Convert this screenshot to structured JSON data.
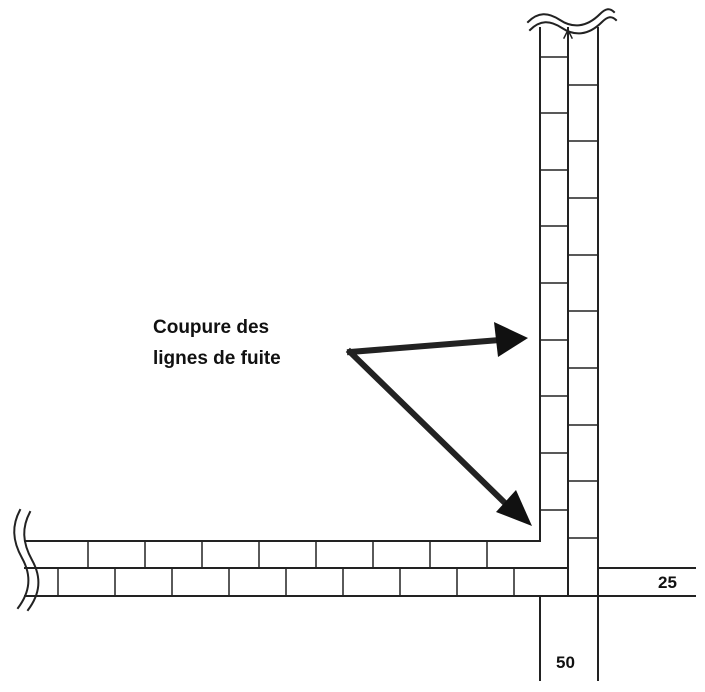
{
  "callout": {
    "line1": "Coupure des",
    "line2": "lignes de fuite"
  },
  "dimensions": {
    "horizontal_wall_thickness": "25",
    "vertical_wall_thickness": "50"
  },
  "colors": {
    "ink": "#222222",
    "background": "#ffffff"
  }
}
